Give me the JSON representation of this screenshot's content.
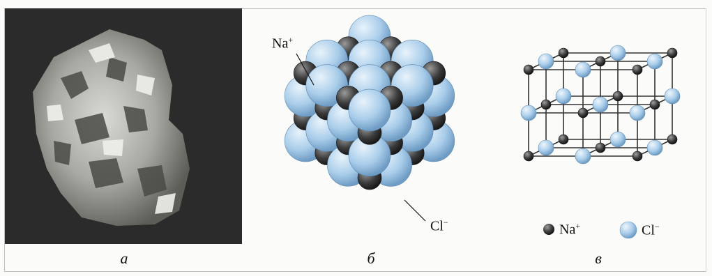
{
  "figure": {
    "panels": [
      {
        "id": "a",
        "caption": "а"
      },
      {
        "id": "b",
        "caption": "б"
      },
      {
        "id": "c",
        "caption": "в"
      }
    ],
    "labels": {
      "na_base": "Na",
      "na_sign": "+",
      "cl_base": "Cl",
      "cl_sign": "−"
    },
    "legend": {
      "na_base": "Na",
      "na_sign": "+",
      "cl_base": "Cl",
      "cl_sign": "−"
    },
    "colors": {
      "chloride": "#a9cdea",
      "sodium": "#3d3d3d",
      "edges": "#333333",
      "photo_bg": "#2e2e2e"
    }
  }
}
